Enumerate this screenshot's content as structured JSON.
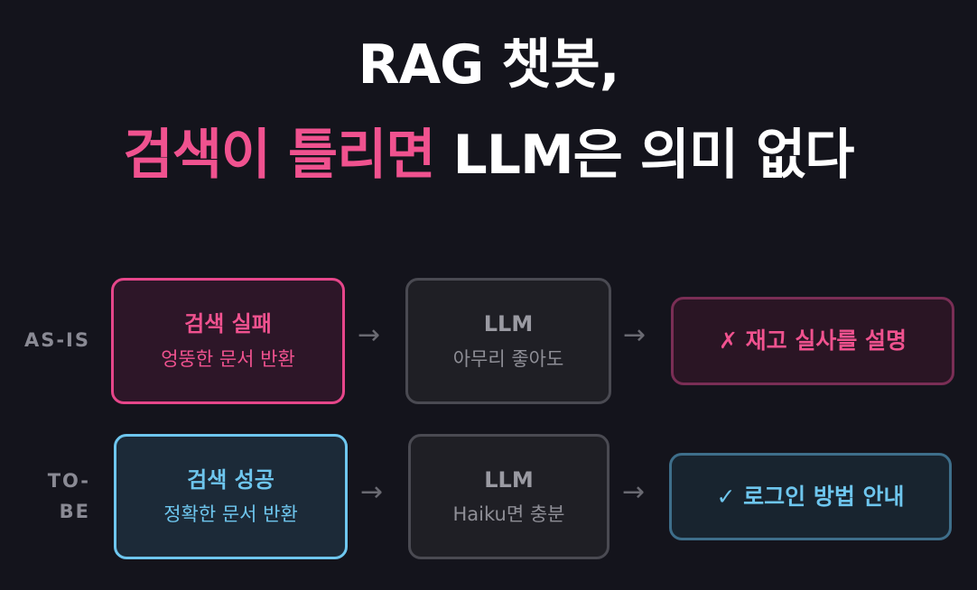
{
  "title": {
    "line1": "RAG 챗봇,",
    "line2_highlight": "검색이 틀리면",
    "line2_rest": " LLM은 의미 없다"
  },
  "rows": {
    "as_is": {
      "label": "AS-IS",
      "retrieval": {
        "title": "검색 실패",
        "desc": "엉뚱한 문서 반환"
      },
      "llm": {
        "title": "LLM",
        "desc": "아무리 좋아도"
      },
      "result": {
        "icon": "✗",
        "text": "재고 실사를 설명"
      }
    },
    "to_be": {
      "label_line1": "TO-",
      "label_line2": "BE",
      "retrieval": {
        "title": "검색 성공",
        "desc": "정확한 문서 반환"
      },
      "llm": {
        "title": "LLM",
        "desc": "Haiku면 충분"
      },
      "result": {
        "icon": "✓",
        "text": "로그인 방법 안내"
      }
    }
  },
  "arrow_glyph": "→",
  "colors": {
    "background": "#14141c",
    "highlight_pink": "#f0528f",
    "success_blue": "#6ec6ee",
    "neutral_gray": "#4a4a52"
  }
}
